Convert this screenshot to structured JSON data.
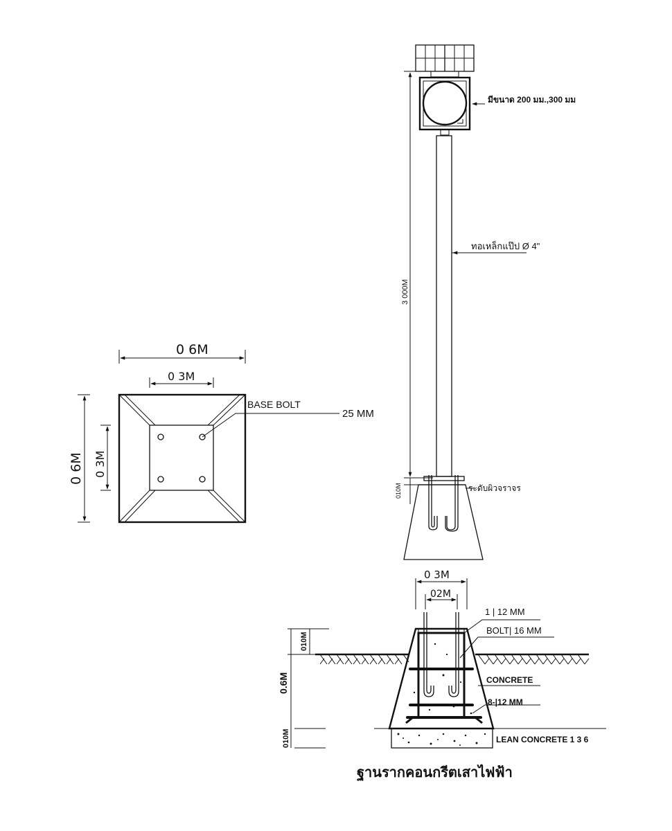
{
  "plan_view": {
    "outer_width_label": "0 6M",
    "inner_width_label": "0 3M",
    "outer_height_label": "0 6M",
    "inner_height_label": "0 3M",
    "bolt_label": "BASE BOLT",
    "bolt_size_label": "25 MM"
  },
  "elevation": {
    "signal_size_label": "มีขนาด 200 มม.,300 มม",
    "pole_label": "ทอเหล็กแป๊ป Ø 4\"",
    "height_label": "3 000M",
    "top_offset_label": "010M",
    "ground_level_label": "ระดับผิวจราจร"
  },
  "section": {
    "outer_width_label": "0 3M",
    "inner_width_label": "02M",
    "stirrup_label": "1 | 12 MM",
    "bolt_label": "BOLT| 16 MM",
    "concrete_label": "CONCRETE",
    "main_bar_label": "8-|12 MM",
    "lean_concrete_label": "LEAN CONCRETE 1 3 6",
    "top_dim_label": "010M",
    "depth_label": "0.6M",
    "bottom_dim_label": "010M"
  },
  "caption": "ฐานรากคอนกรีตเสาไฟฟ้า"
}
